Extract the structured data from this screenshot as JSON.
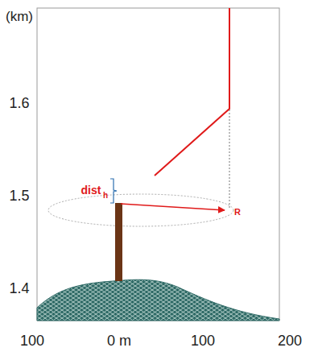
{
  "diagram": {
    "labels": [
      "(km)",
      "1.6",
      "1.5",
      "1.4",
      "100",
      "0 m",
      "100",
      "200",
      "dist",
      "h",
      "R"
    ]
  }
}
